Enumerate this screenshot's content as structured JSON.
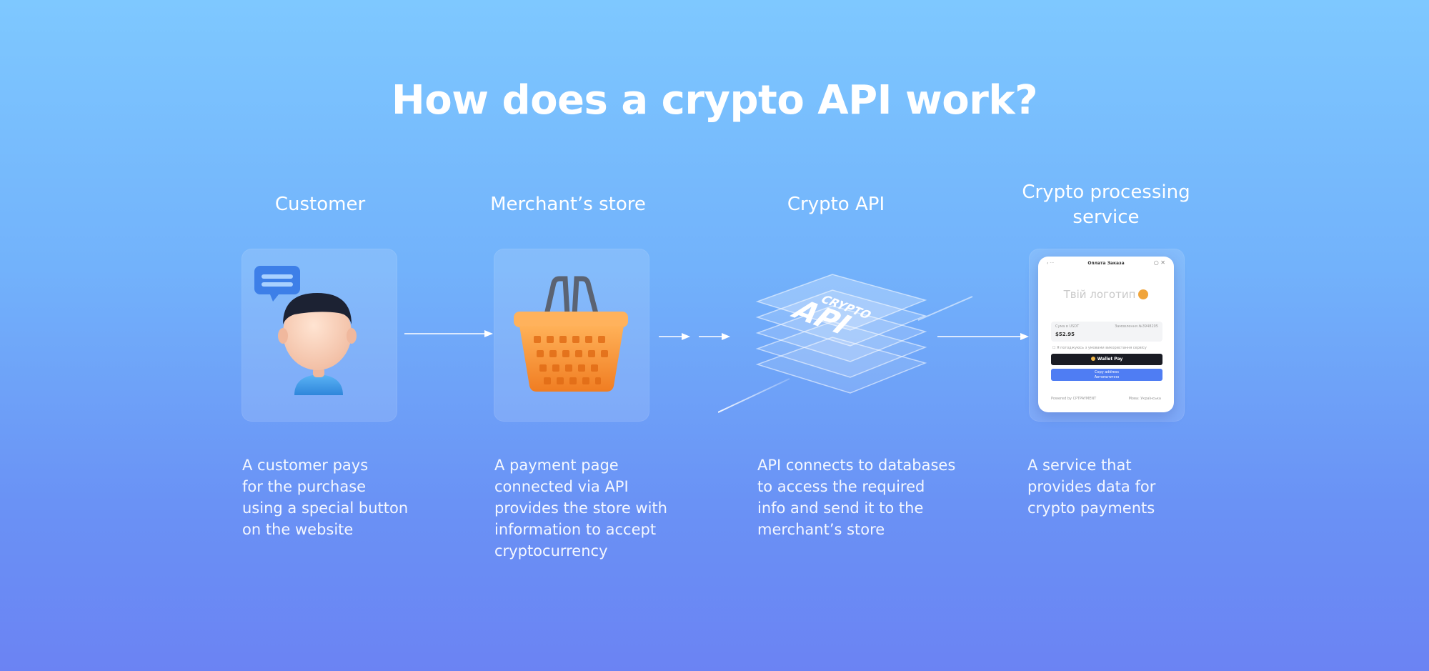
{
  "title": "How does a crypto API work?",
  "steps": [
    {
      "title": "Customer",
      "desc": [
        "A customer pays",
        "for the purchase",
        "using a special button",
        "on the website"
      ]
    },
    {
      "title": "Merchant’s store",
      "desc": [
        "A payment page",
        "connected via API",
        "provides the store with",
        "information to accept",
        "cryptocurrency"
      ]
    },
    {
      "title": "Crypto API",
      "desc": [
        "API connects to databases",
        "to access the required",
        "info and send it to the",
        "merchant’s store"
      ]
    },
    {
      "title_lines": [
        "Crypto processing",
        "service"
      ],
      "desc": [
        "A service that",
        "provides data for",
        "crypto payments"
      ]
    }
  ],
  "api_logo": {
    "top_text": "CRYPTO",
    "main_text": "API"
  },
  "phone": {
    "header": "Оплата Заказа",
    "greeting": "Твій логотип",
    "field_label": "Сума в USDT",
    "field_value": "$52.95",
    "field_right": "Замовлення №3948205",
    "checkbox_text": "Я погоджуюсь з умовами використання сервісу",
    "pay_button": "Wallet Pay",
    "copy_button": [
      "Copy address",
      "Автоматично"
    ],
    "footer_left": "Powered by CPTPAYMENT",
    "footer_right": "Мова: Українська"
  },
  "colors": {
    "bg_top": "#7ec8ff",
    "bg_bottom": "#6b83f3",
    "text": "#ffffff",
    "basket": "#f7943a",
    "avatar_shirt": "#3f9be8",
    "pay_button": "#1a1c24",
    "copy_button": "#4f7df3"
  }
}
